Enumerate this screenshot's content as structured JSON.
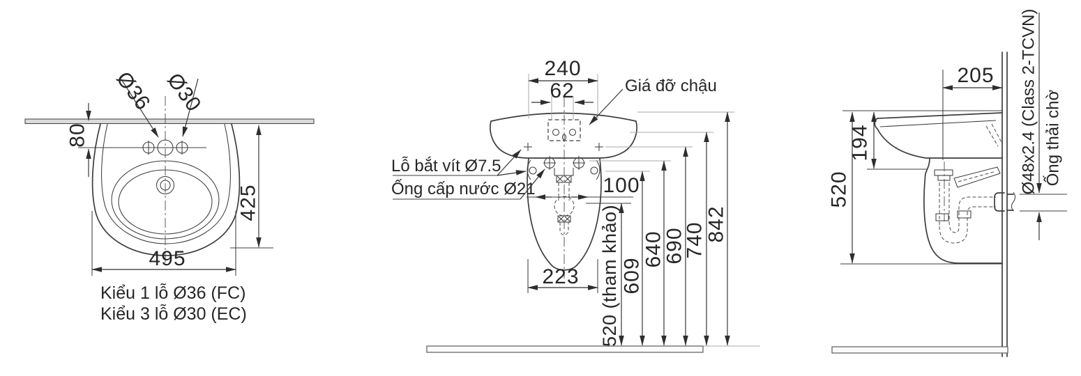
{
  "views": {
    "top_view": {
      "dim_hole_offset": "80",
      "dim_faucet_main": "Ø36",
      "dim_faucet_side": "Ø30",
      "dim_depth": "425",
      "dim_width": "495",
      "caption_line1": "Kiểu 1 lỗ Ø36 (FC)",
      "caption_line2": "Kiểu 3 lỗ Ø30 (EC)"
    },
    "front_view": {
      "dim_bracket_width": "240",
      "dim_bracket_holes": "62",
      "label_bracket": "Giá đỡ chậu",
      "label_screw_hole": "Lỗ bắt vít Ø7.5",
      "label_supply_pipe": "Ống cấp nước Ø21",
      "dim_supply_spacing": "100",
      "dim_pedestal_width": "223",
      "dim_supply_height": "520 (tham khảo)",
      "dim_609": "609",
      "dim_640": "640",
      "dim_690": "690",
      "dim_740": "740",
      "dim_842": "842"
    },
    "side_view": {
      "dim_depth": "205",
      "dim_rim_to_underside": "194",
      "dim_rim_to_pedestal": "520",
      "label_drain_spec": "Ø48x2.4 (Class 2-TCVN)",
      "label_drain_wait": "Ống thải chờ"
    }
  },
  "colors": {
    "line": "#3d3d3d",
    "text": "#262626",
    "gray_extension": "#a8a8a8",
    "wall_fill": "#dcdcdc",
    "background": "#ffffff"
  }
}
